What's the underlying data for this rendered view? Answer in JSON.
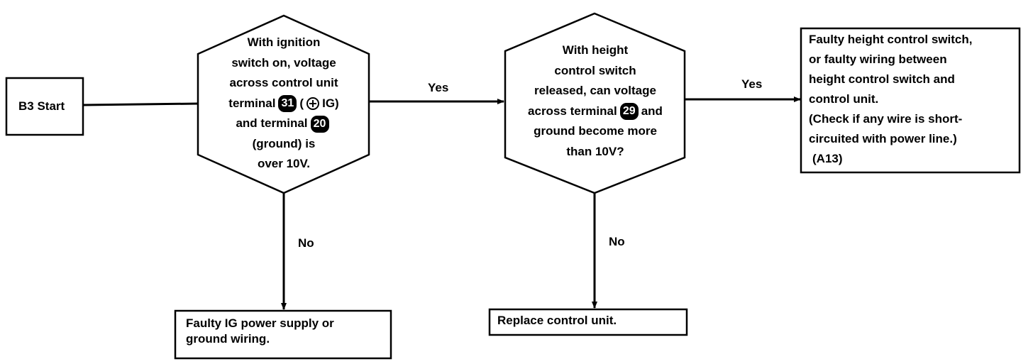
{
  "start": {
    "label": "B3 Start"
  },
  "decision1": {
    "line1": "With ignition",
    "line2": "switch on, voltage",
    "line3": "across control unit",
    "line4_pre": "terminal",
    "terminal_a": "31",
    "line4_paren_open": "(",
    "line4_ig": "IG",
    "line4_paren_close": ")",
    "line5_pre": "and terminal",
    "terminal_b": "20",
    "line6": "(ground) is",
    "line7": "over 10V."
  },
  "decision2": {
    "line1": "With height",
    "line2": "control switch",
    "line3": "released, can voltage",
    "line4_pre": "across terminal",
    "terminal": "29",
    "line4_post": "and",
    "line5": "ground become more",
    "line6": "than 10V?"
  },
  "result_top_right": {
    "lines": [
      "Faulty height control switch,",
      "or faulty wiring between",
      "height control switch and",
      "control unit.",
      "(Check if any wire is short-",
      "circuited with power line.)",
      "(A13)"
    ]
  },
  "result_bottom_left": {
    "lines": [
      "Faulty IG power supply or",
      "ground wiring."
    ]
  },
  "result_bottom_mid": {
    "lines": [
      "Replace control unit."
    ]
  },
  "labels": {
    "yes1": "Yes",
    "yes2": "Yes",
    "no1": "No",
    "no2": "No"
  }
}
